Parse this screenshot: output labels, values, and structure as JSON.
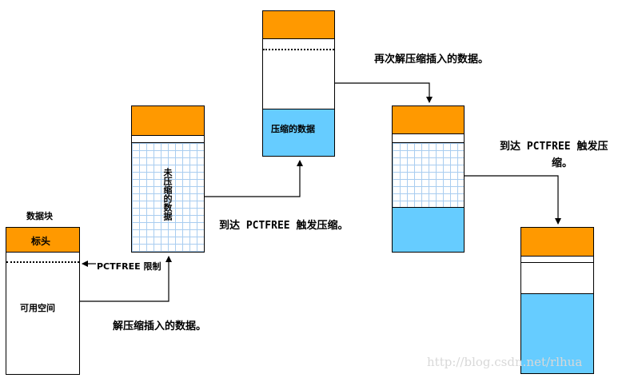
{
  "block1": {
    "title": "数据块",
    "header": "标头",
    "free_space": "可用空间",
    "pctfree_limit": "PCTFREE 限制"
  },
  "block2": {
    "uncompressed": "未压缩的数据"
  },
  "block3": {
    "compressed": "压缩的数据"
  },
  "labels": {
    "insert_uncompressed": "解压缩插入的数据。",
    "reach_pctfree_1": "到达 PCTFREE 触发压缩。",
    "insert_again": "再次解压缩插入的数据。",
    "reach_pctfree_2_line1": "到达 PCTFREE 触发压",
    "reach_pctfree_2_line2": "缩。"
  },
  "colors": {
    "header": "#ff9900",
    "compressed": "#66ccff",
    "grid": "#a9cdf0"
  },
  "watermark": "http://blog.csdn.net/rlhua"
}
